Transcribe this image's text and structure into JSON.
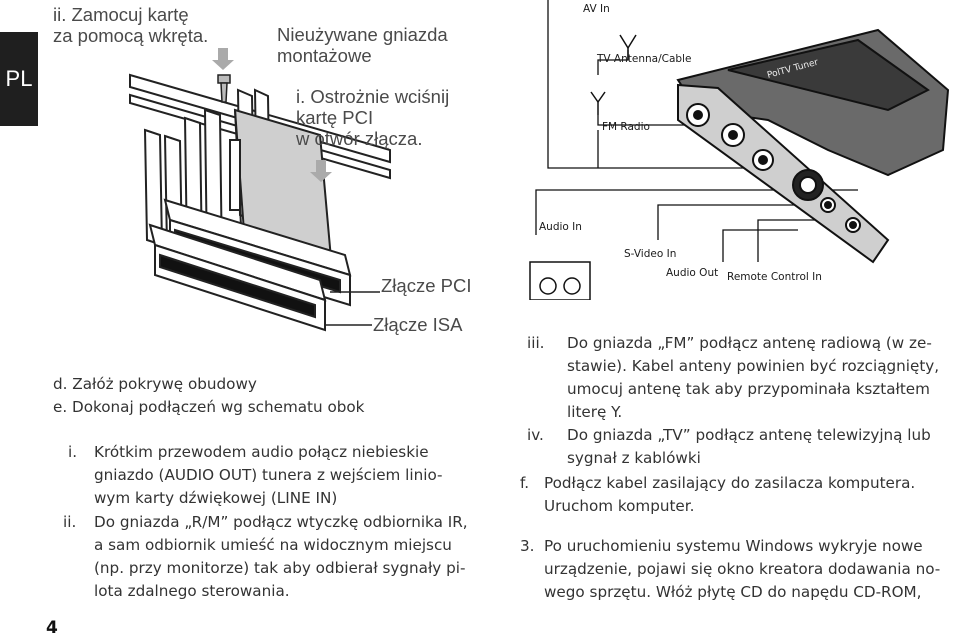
{
  "page": {
    "language_tab": "PL",
    "page_number": "4"
  },
  "figure_left": {
    "step_ii": [
      "ii. Zamocuj kartę",
      "za pomocą wkręta."
    ],
    "unused_slots": [
      "Nieużywane gniazda",
      "montażowe"
    ],
    "step_i": [
      "i. Ostrożnie wciśnij",
      "kartę PCI",
      "w otwór złącza."
    ],
    "pci_slot": "Złącze PCI",
    "isa_slot": "Złącze ISA"
  },
  "figure_right": {
    "av_in": "AV In",
    "tv_antenna": "TV Antenna/Cable",
    "fm_radio": "FM Radio",
    "audio_in": "Audio In",
    "svideo_in": "S-Video In",
    "audio_out": "Audio Out",
    "remote_control_in": "Remote Control In",
    "card_brand": "PolTV Tuner"
  },
  "left_column": {
    "d": {
      "marker": "d.",
      "text": "Załóż pokrywę obudowy"
    },
    "e": {
      "marker": "e.",
      "text": "Dokonaj podłączeń wg schematu obok"
    },
    "sub_i": {
      "marker": "i.",
      "lines": [
        "Krótkim przewodem audio połącz niebieskie",
        "gniazdo (AUDIO OUT) tunera z wejściem linio-",
        "wym karty dźwiękowej (LINE IN)"
      ]
    },
    "sub_ii": {
      "marker": "ii.",
      "lines": [
        "Do gniazda „R/M” podłącz wtyczkę odbiornika IR,",
        "a sam odbiornik umieść na widocznym miejscu",
        "(np. przy monitorze) tak aby odbierał sygnały pi-",
        "lota zdalnego sterowania."
      ]
    }
  },
  "right_column": {
    "sub_iii": {
      "marker": "iii.",
      "lines": [
        "Do gniazda „FM” podłącz antenę radiową (w ze-",
        "stawie). Kabel anteny powinien być rozciągnięty,",
        "umocuj antenę tak aby przypominała kształtem",
        "literę Y."
      ]
    },
    "sub_iv": {
      "marker": "iv.",
      "lines": [
        "Do gniazda „TV” podłącz antenę telewizyjną lub",
        "sygnał z kablówki"
      ]
    },
    "f": {
      "marker": "f.",
      "lines": [
        "Podłącz kabel zasilający do zasilacza komputera.",
        "Uruchom komputer."
      ]
    },
    "step3": {
      "marker": "3.",
      "lines": [
        "Po uruchomieniu systemu Windows wykryje nowe",
        "urządzenie, pojawi się okno kreatora dodawania no-",
        "wego sprzętu. Włóż płytę CD do napędu CD-ROM,"
      ]
    }
  }
}
